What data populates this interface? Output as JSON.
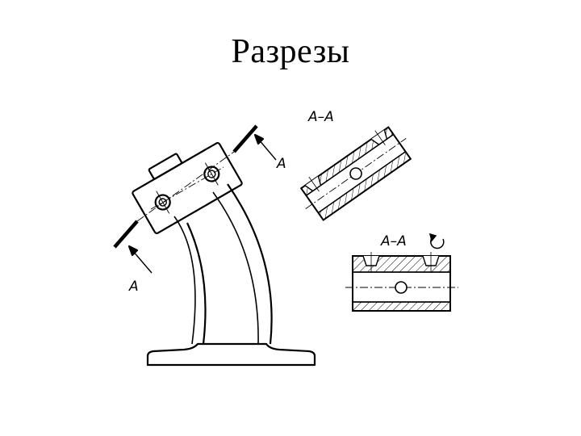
{
  "slide": {
    "title": "Разрезы"
  },
  "drawing": {
    "cut_label_top": "A",
    "cut_label_bottom": "A",
    "section_inclined_label": "A–A",
    "section_rotated_label": "A–A",
    "rotation_symbol": "rotated-view-symbol"
  },
  "colors": {
    "line": "#000000",
    "background": "#ffffff"
  }
}
